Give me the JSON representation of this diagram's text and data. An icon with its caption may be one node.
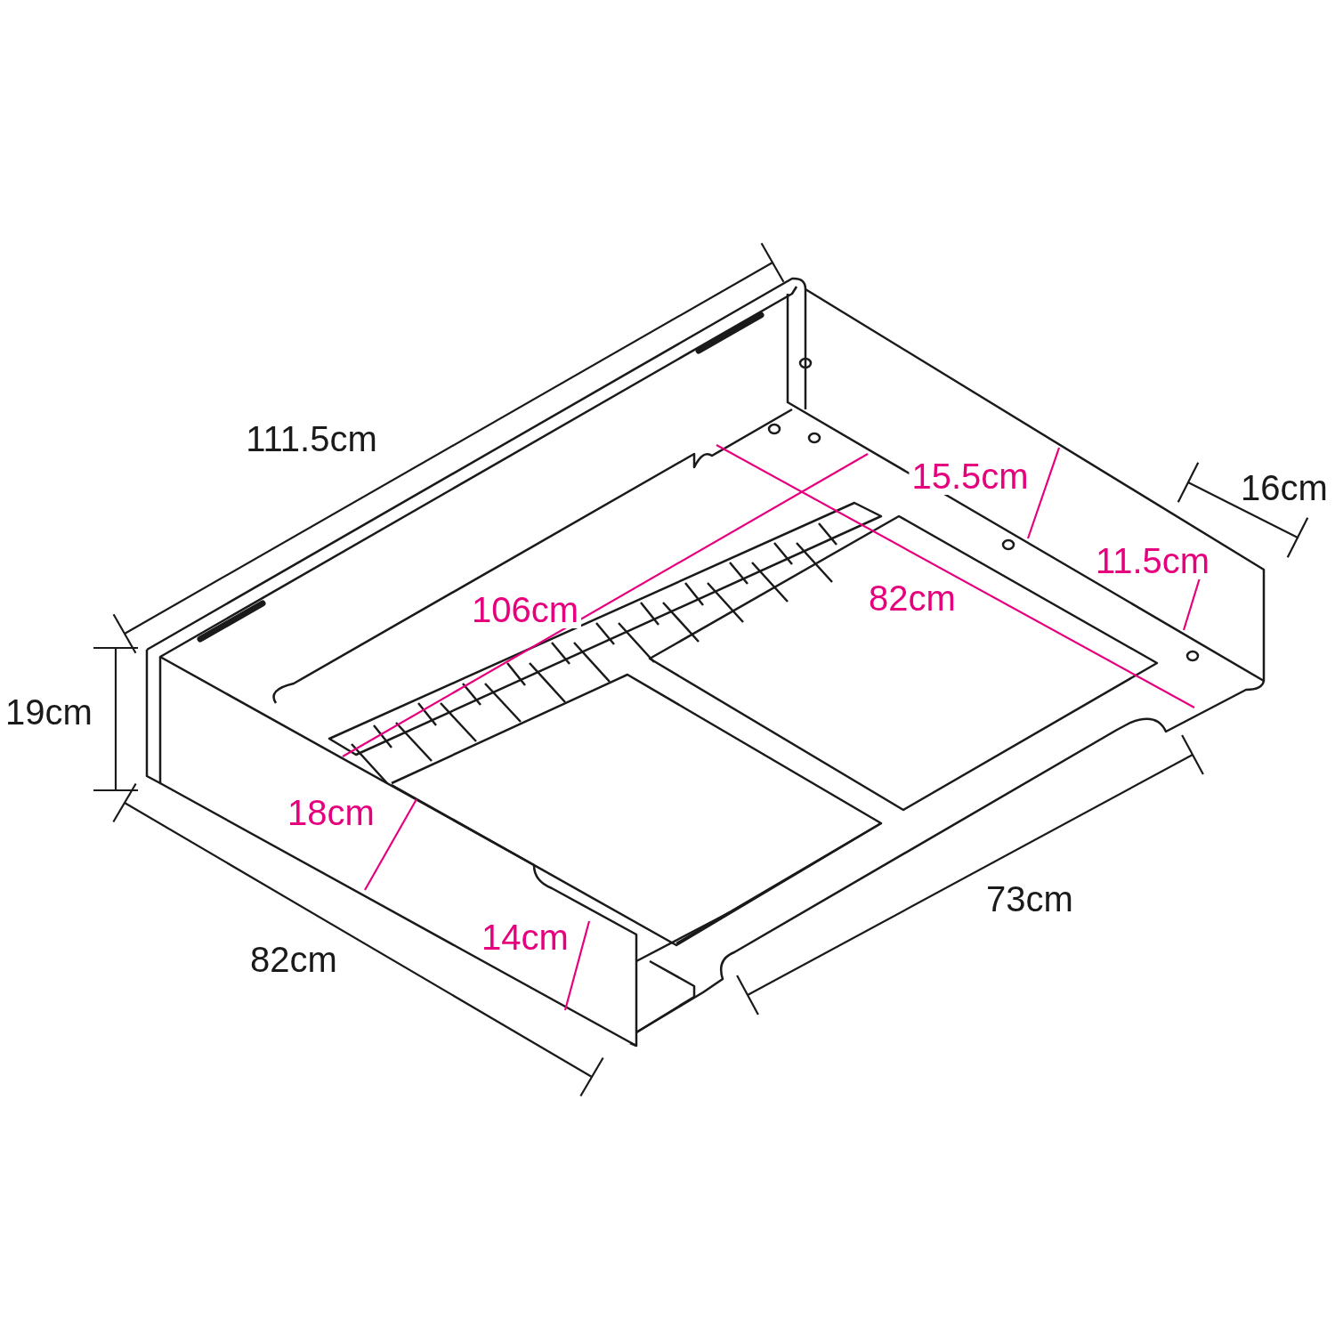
{
  "diagram": {
    "labels": [
      "111.5cm",
      "15.5cm",
      "16cm",
      "11.5cm",
      "82cm",
      "106cm",
      "19cm",
      "18cm",
      "73cm",
      "14cm",
      "82cm"
    ]
  }
}
